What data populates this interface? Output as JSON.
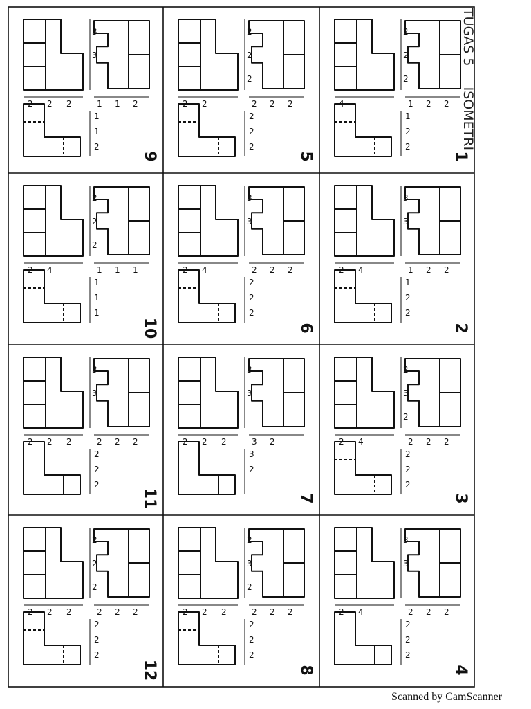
{
  "header": {
    "title": "TUGAS 5",
    "subtitle": "ISOMETRI"
  },
  "footer": {
    "label": "Scanned by CamScanner"
  },
  "problems": [
    {
      "id": "cell-1",
      "number": "1",
      "dims_top": [
        "2",
        "2",
        "2"
      ],
      "dims_side": [
        "1",
        "2",
        "2"
      ],
      "dims_front": [
        "4"
      ],
      "hidden": true
    },
    {
      "id": "cell-2",
      "number": "2",
      "dims_top": [
        "3",
        "3"
      ],
      "dims_side": [
        "1",
        "2",
        "2"
      ],
      "dims_front": [
        "2",
        "4"
      ],
      "hidden": true
    },
    {
      "id": "cell-3",
      "number": "3",
      "dims_top": [
        "2",
        "3",
        "2"
      ],
      "dims_side": [
        "2",
        "2",
        "2"
      ],
      "dims_front": [
        "2",
        "4"
      ],
      "hidden": true
    },
    {
      "id": "cell-4",
      "number": "4",
      "dims_top": [
        "3",
        "3"
      ],
      "dims_side": [
        "2",
        "2",
        "2"
      ],
      "dims_front": [
        "2",
        "4"
      ],
      "hidden": false
    },
    {
      "id": "cell-5",
      "number": "5",
      "dims_top": [
        "2",
        "2",
        "2"
      ],
      "dims_side": [
        "2",
        "2",
        "2"
      ],
      "dims_front": [
        "2",
        "2"
      ],
      "hidden": true
    },
    {
      "id": "cell-6",
      "number": "6",
      "dims_top": [
        "3",
        "3"
      ],
      "dims_side": [
        "2",
        "2",
        "2"
      ],
      "dims_front": [
        "2",
        "4"
      ],
      "hidden": true
    },
    {
      "id": "cell-7",
      "number": "7",
      "dims_top": [
        "3",
        "3"
      ],
      "dims_side": [
        "3",
        "2"
      ],
      "dims_front": [
        "2",
        "2",
        "2"
      ],
      "hidden": false
    },
    {
      "id": "cell-8",
      "number": "8",
      "dims_top": [
        "2",
        "3",
        "2"
      ],
      "dims_side": [
        "2",
        "2",
        "2"
      ],
      "dims_front": [
        "2",
        "2",
        "2"
      ],
      "hidden": true
    },
    {
      "id": "cell-9",
      "number": "9",
      "dims_top": [
        "3",
        "3"
      ],
      "dims_side": [
        "1",
        "1",
        "2"
      ],
      "dims_front": [
        "2",
        "2",
        "2"
      ],
      "hidden": true
    },
    {
      "id": "cell-10",
      "number": "10",
      "dims_top": [
        "2",
        "2",
        "2"
      ],
      "dims_side": [
        "1",
        "1",
        "1"
      ],
      "dims_front": [
        "2",
        "4"
      ],
      "hidden": true
    },
    {
      "id": "cell-11",
      "number": "11",
      "dims_top": [
        "3",
        "3"
      ],
      "dims_side": [
        "2",
        "2",
        "2"
      ],
      "dims_front": [
        "2",
        "2",
        "2"
      ],
      "hidden": false
    },
    {
      "id": "cell-12",
      "number": "12",
      "dims_top": [
        "2",
        "2",
        "2"
      ],
      "dims_side": [
        "2",
        "2",
        "2"
      ],
      "dims_front": [
        "2",
        "2",
        "2"
      ],
      "hidden": true
    }
  ]
}
